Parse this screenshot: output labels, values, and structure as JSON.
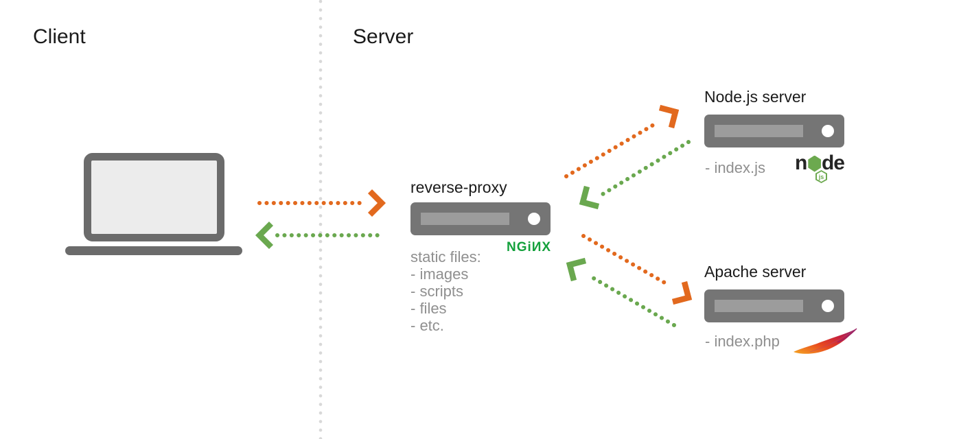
{
  "sections": {
    "client_label": "Client",
    "server_label": "Server"
  },
  "client": {
    "device_icon": "laptop-icon"
  },
  "reverse_proxy": {
    "title": "reverse-proxy",
    "logo_text": "NGiИX",
    "files_heading": "static files:",
    "files": [
      "- images",
      "- scripts",
      "- files",
      "- etc."
    ]
  },
  "node_server": {
    "title": "Node.js server",
    "file": "- index.js",
    "logo": {
      "n": "n",
      "de": "de",
      "badge": "js"
    }
  },
  "apache_server": {
    "title": "Apache server",
    "file": "- index.php",
    "logo_icon": "apache-feather-icon"
  },
  "arrows": {
    "request_color": "#e2691e",
    "response_color": "#6aa84f"
  },
  "colors": {
    "request_orange": "#e2691e",
    "response_green": "#6aa84f",
    "nginx_green": "#14a13c",
    "node_green": "#6ca94f",
    "device_gray": "#6b6b6b",
    "box_gray": "#757575",
    "slot_gray": "#9c9c9c",
    "screen_fill": "#ececec",
    "divider_gray": "#d8d8d8",
    "muted_text": "#8f8f8f",
    "text_black": "#1b1b1b"
  }
}
